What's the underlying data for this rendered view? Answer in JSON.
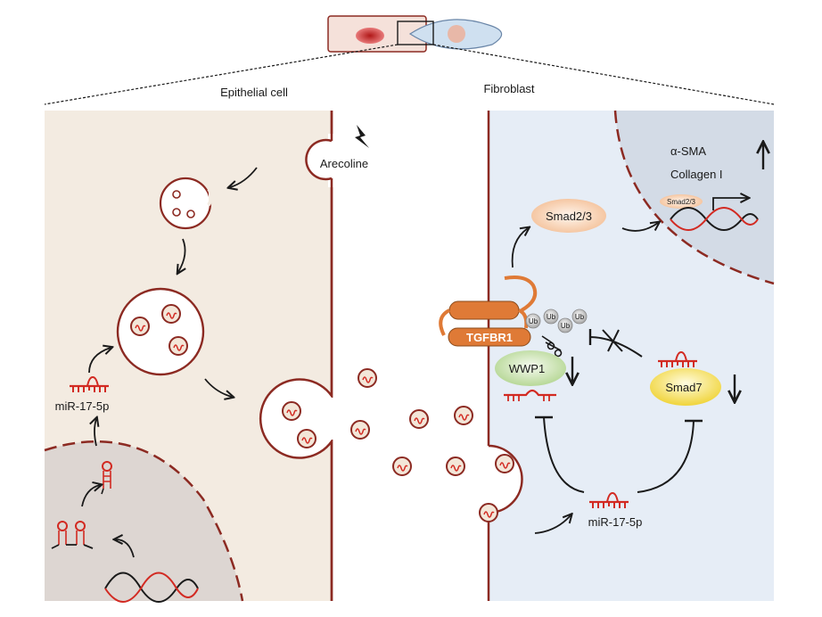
{
  "labels": {
    "epithelial_cell": "Epithelial cell",
    "fibroblast": "Fibroblast",
    "arecoline": "Arecoline",
    "alpha_sma": "α-SMA",
    "collagen": "Collagen I",
    "smad23_main": "Smad2/3",
    "smad23_small": "Smad2/3",
    "tgfbr1": "TGFBR1",
    "wwp1": "WWP1",
    "smad7": "Smad7",
    "mir_left": "miR-17-5p",
    "mir_right": "miR-17-5p",
    "ub": "Ub"
  },
  "colors": {
    "epithelial_bg": "#f3ebe1",
    "fibroblast_bg": "#e6edf6",
    "nucleus_epi": "#ddd6d2",
    "nucleus_fib": "#d3dbe6",
    "membrane": "#8c2a22",
    "rna_red": "#d22a22",
    "receptor_orange": "#df7a36",
    "wwp1_green": "#c8dfae",
    "smad7_yellow": "#f2dc4a",
    "smad23_peach": "#f4c29b"
  }
}
